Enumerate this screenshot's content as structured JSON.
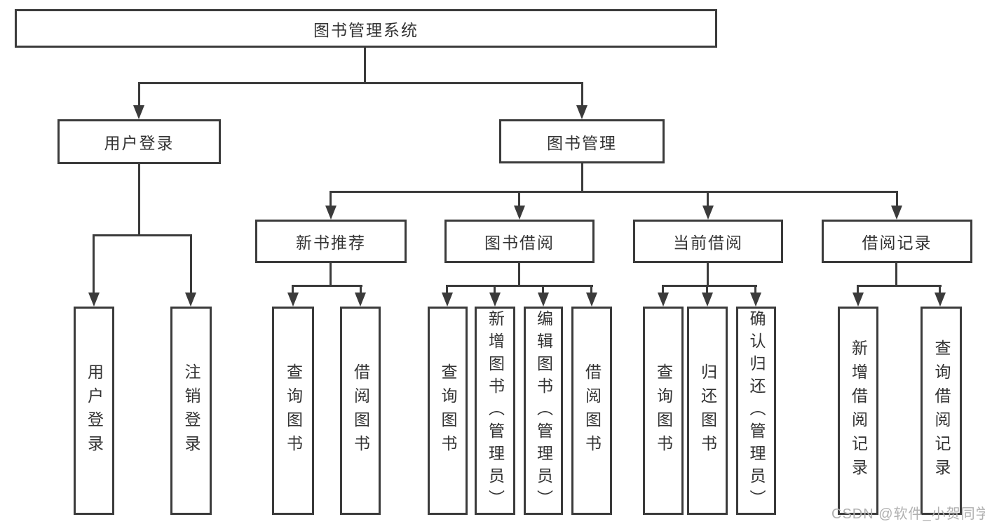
{
  "colors": {
    "line": "#3b3b3b",
    "text": "#333333",
    "background": "#ffffff",
    "watermark": "#b0b0b0"
  },
  "tree": {
    "root": {
      "label": "图书管理系统"
    },
    "user_login": {
      "label": "用户登录",
      "children": [
        {
          "label": "用户登录"
        },
        {
          "label": "注销登录"
        }
      ]
    },
    "book_management": {
      "label": "图书管理",
      "modules": [
        {
          "label": "新书推荐",
          "children": [
            {
              "label": "查询图书"
            },
            {
              "label": "借阅图书"
            }
          ]
        },
        {
          "label": "图书借阅",
          "children": [
            {
              "label": "查询图书"
            },
            {
              "label": "新增图书（管理员）"
            },
            {
              "label": "编辑图书（管理员）"
            },
            {
              "label": "借阅图书"
            }
          ]
        },
        {
          "label": "当前借阅",
          "children": [
            {
              "label": "查询图书"
            },
            {
              "label": "归还图书"
            },
            {
              "label": "确认归还（管理员）"
            }
          ]
        },
        {
          "label": "借阅记录",
          "children": [
            {
              "label": "新增借阅记录"
            },
            {
              "label": "查询借阅记录"
            }
          ]
        }
      ]
    }
  },
  "watermark": {
    "text": "CSDN @软件_小贺同学"
  }
}
